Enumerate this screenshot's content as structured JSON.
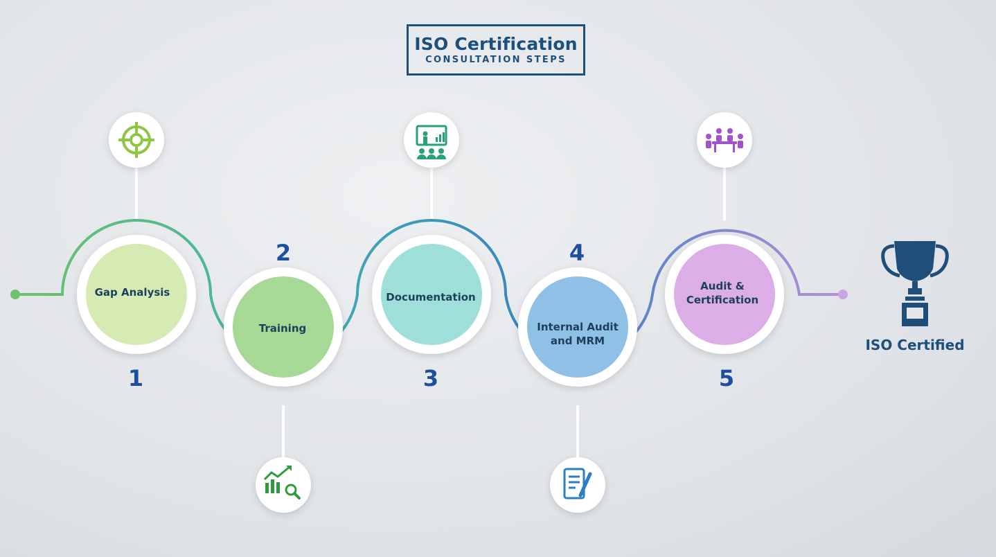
{
  "header": {
    "title": "ISO Certification",
    "subtitle": "CONSULTATION STEPS"
  },
  "steps": [
    {
      "number": "1",
      "label": "Gap Analysis",
      "icon": "target-icon",
      "color": "#d6eab4"
    },
    {
      "number": "2",
      "label": "Training",
      "icon": "growth-chart-search-icon",
      "color": "#a5d995"
    },
    {
      "number": "3",
      "label": "Documentation",
      "icon": "presentation-icon",
      "color": "#9fdfd9"
    },
    {
      "number": "4",
      "label": "Internal Audit and MRM",
      "icon": "document-edit-icon",
      "color": "#8fc0e6"
    },
    {
      "number": "5",
      "label": "Audit & Certification",
      "icon": "meeting-icon",
      "color": "#dcaee8"
    }
  ],
  "final": {
    "label": "ISO Certified",
    "icon": "trophy-icon"
  },
  "colors": {
    "title": "#1d4f7d",
    "number": "#1d4f9d",
    "line_green": "#6cc36a",
    "line_teal": "#3fb0b0",
    "line_blue": "#3a7fc0",
    "line_purple": "#a57fd8"
  }
}
